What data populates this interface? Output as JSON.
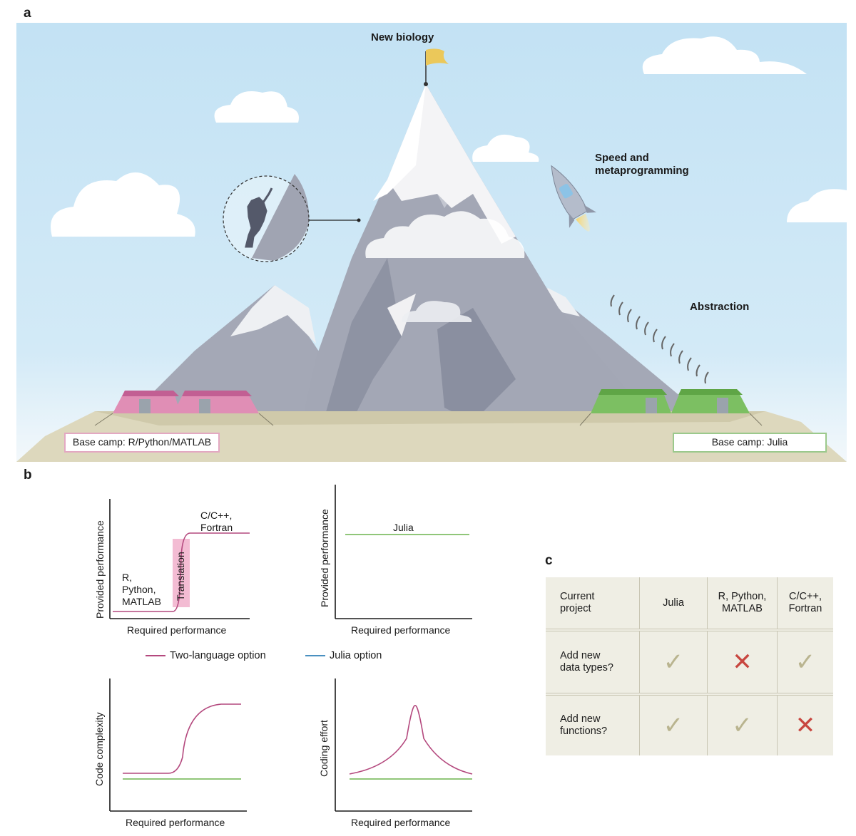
{
  "panel_labels": {
    "a": "a",
    "b": "b",
    "c": "c"
  },
  "panel_a": {
    "summit_label": "New biology",
    "speed_label_line1": "Speed and",
    "speed_label_line2": "metaprogramming",
    "abstraction_label": "Abstraction",
    "base_camp_left": "Base camp: R/Python/MATLAB",
    "base_camp_right": "Base camp: Julia",
    "colors": {
      "sky": "#c6e4f5",
      "mountain": "#a5a9b6",
      "snow": "#f2f2f4",
      "ground": "#ddd8bd",
      "camp_left": "#e08eb5",
      "camp_right": "#7cbf62",
      "flag": "#ebc85a"
    }
  },
  "panel_b": {
    "legend": {
      "two_language": "Two-language option",
      "julia": "Julia option"
    },
    "colors": {
      "two_language": "#b4497e",
      "julia": "#4a90c0",
      "julia_line": "#6bb34d"
    },
    "chart1": {
      "ylabel": "Provided performance",
      "xlabel": "Required performance",
      "low_label_1": "R,",
      "low_label_2": "Python,",
      "low_label_3": "MATLAB",
      "high_label_1": "C/C++,",
      "high_label_2": "Fortran",
      "translation_label": "Translation"
    },
    "chart2": {
      "ylabel": "Provided performance",
      "xlabel": "Required performance",
      "line_label": "Julia"
    },
    "chart3": {
      "ylabel": "Code complexity",
      "xlabel": "Required performance"
    },
    "chart4": {
      "ylabel": "Coding effort",
      "xlabel": "Required performance"
    }
  },
  "panel_c": {
    "headers": [
      "Current\nproject",
      "Julia",
      "R, Python,\nMATLAB",
      "C/C++,\nFortran"
    ],
    "rows": [
      {
        "label": "Add new\ndata types?",
        "values": [
          "check",
          "cross",
          "check"
        ]
      },
      {
        "label": "Add new\nfunctions?",
        "values": [
          "check",
          "check",
          "cross"
        ]
      }
    ],
    "symbols": {
      "check": "✓",
      "cross": "✕"
    }
  }
}
